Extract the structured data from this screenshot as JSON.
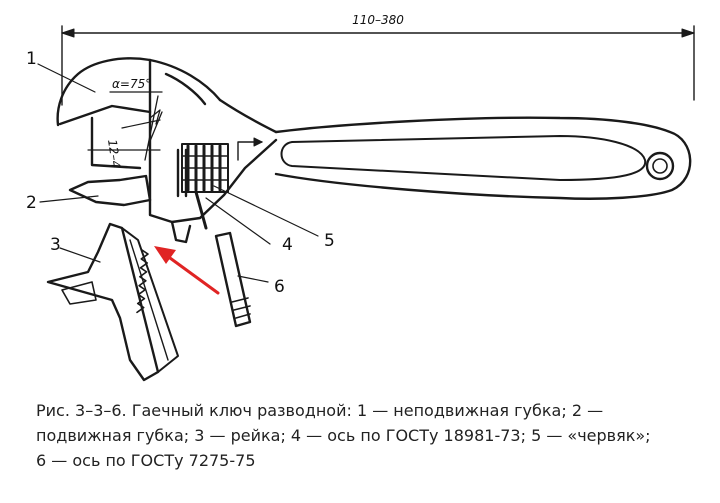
{
  "diagram": {
    "dimension_total": "110–380",
    "angle_label": "α=75°",
    "dimension_small": "12–4",
    "labels": {
      "n1": "1",
      "n2": "2",
      "n3": "3",
      "n4": "4",
      "n5": "5",
      "n6": "6"
    },
    "colors": {
      "line": "#1a1a1a",
      "arrow": "#e02424",
      "background": "#ffffff"
    }
  },
  "caption": {
    "line1": "Рис. 3–3–6. Гаечный ключ разводной: 1 — неподвижная губка; 2 —",
    "line2": "подвижная губка; 3 — рейка; 4 — ось по ГОСТу 18981-73; 5 — «червяк»;",
    "line3": "6 — ось по ГОСТу 7275-75"
  }
}
